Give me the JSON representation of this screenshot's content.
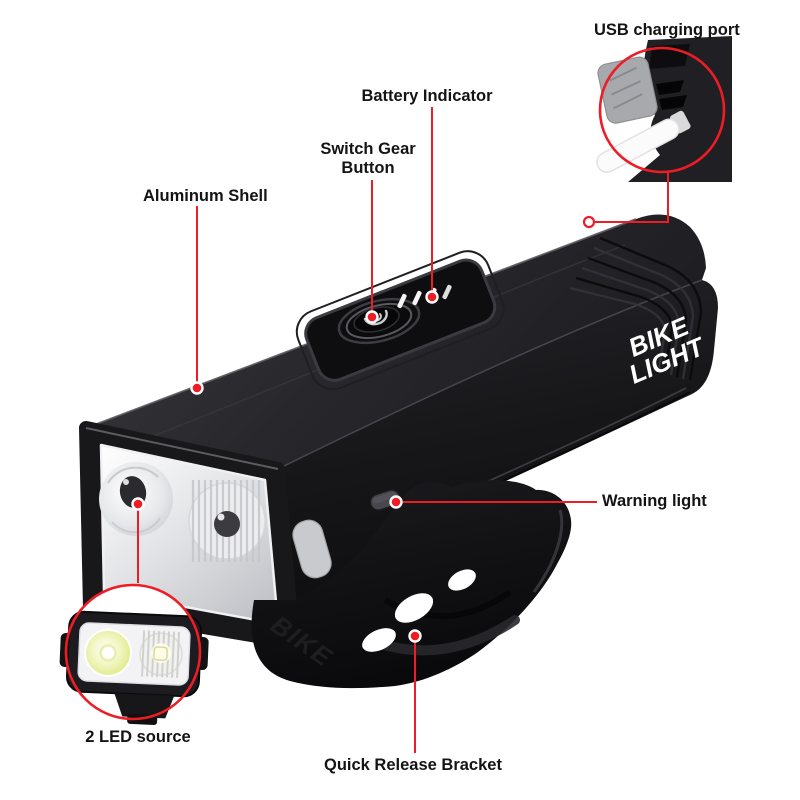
{
  "colors": {
    "accent": "#ee1c24",
    "label_text": "#141414",
    "body_black": "#1b1b1e"
  },
  "labels": {
    "usb": "USB charging port",
    "battery": "Battery Indicator",
    "switch_line1": "Switch Gear",
    "switch_line2": "Button",
    "aluminum": "Aluminum Shell",
    "warning": "Warning light",
    "led": "2 LED source",
    "bracket": "Quick Release Bracket"
  },
  "product": {
    "logo_line1": "BIKE",
    "logo_line2": "LIGHT",
    "strap_embossed": "BIKE"
  }
}
